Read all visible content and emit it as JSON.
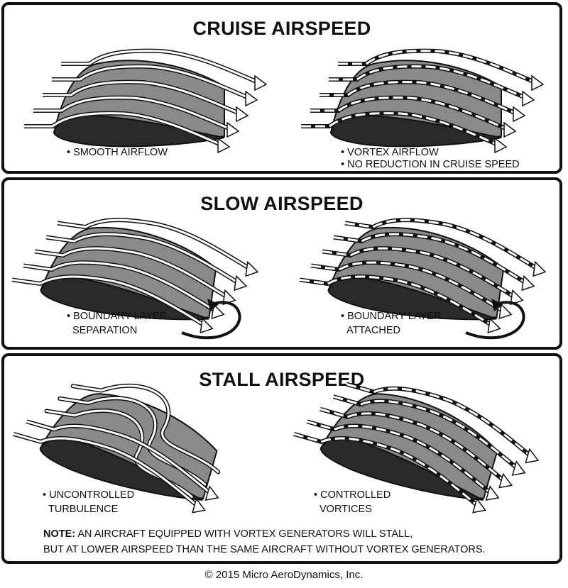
{
  "panels": [
    {
      "title": "CRUISE AIRSPEED",
      "left_label": [
        "• SMOOTH AIRFLOW"
      ],
      "right_label": [
        "• VORTEX AIRFLOW",
        "• NO REDUCTION IN CRUISE SPEED"
      ]
    },
    {
      "title": "SLOW AIRSPEED",
      "left_label": [
        "• BOUNDARY LAYER",
        "SEPARATION"
      ],
      "right_label": [
        "• BOUNDARY LAYER",
        "ATTACHED"
      ]
    },
    {
      "title": "STALL AIRSPEED",
      "left_label": [
        "• UNCONTROLLED",
        "TURBULENCE"
      ],
      "right_label": [
        "• CONTROLLED",
        "VORTICES"
      ]
    }
  ],
  "note": {
    "prefix": "NOTE:",
    "line1": " AN AIRCRAFT EQUIPPED WITH VORTEX GENERATORS WILL STALL,",
    "line2": "BUT AT LOWER AIRSPEED THAN THE SAME AIRCRAFT WITHOUT VORTEX GENERATORS."
  },
  "copyright": "© 2015 Micro AeroDynamics, Inc.",
  "colors": {
    "underside": "#2a2a2a",
    "surface": "#8a8a8a",
    "border": "#111111"
  }
}
